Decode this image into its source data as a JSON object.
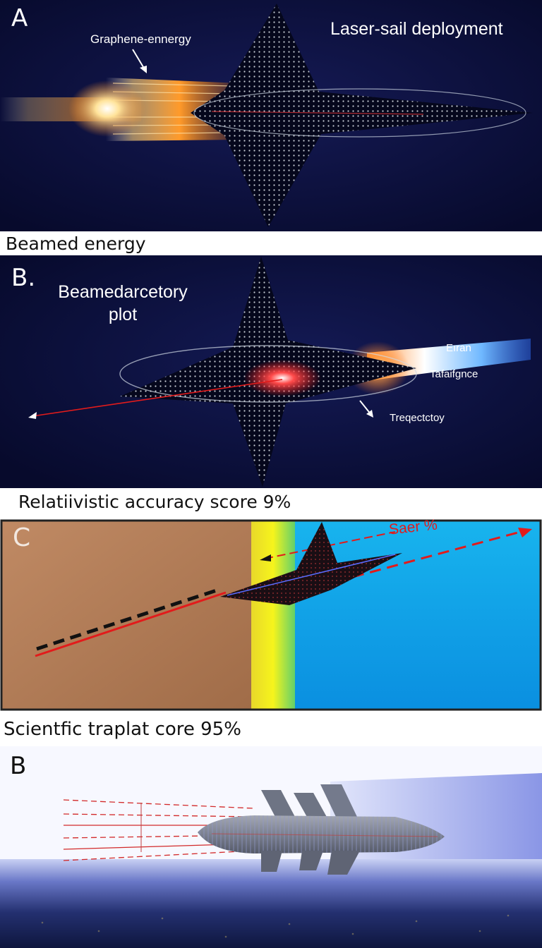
{
  "colors": {
    "night_sky": "#0a0f3a",
    "beam_orange": "#ffa030",
    "beam_blue": "#6fb8ff",
    "trajectory_red": "#e21b1b",
    "ground_brown": "#b07a55",
    "yellow_band": "#f4f21c",
    "sky_blue": "#1aa0e8"
  },
  "panel_a": {
    "letter": "A",
    "title": "Laser-sail deployment",
    "callout": "Graphene-ennergy",
    "caption": "Beamed energy",
    "icons": [
      "laser-sail-icon",
      "energy-beam-icon",
      "arrow-icon"
    ]
  },
  "panel_b": {
    "letter": "B.",
    "title_line1": "Beamedarcetory",
    "title_line2": "plot",
    "label_beam_1": "Eıran",
    "label_beam_2": "Tafaifgnce",
    "label_trajectory": "Treqectctoy",
    "caption": "Relatiivistic  accuracy  score   9%"
  },
  "panel_c": {
    "letter": "C",
    "label_red": "Saer %",
    "caption": "Scientfic traplat core   95%"
  },
  "panel_d": {
    "letter": "B"
  }
}
